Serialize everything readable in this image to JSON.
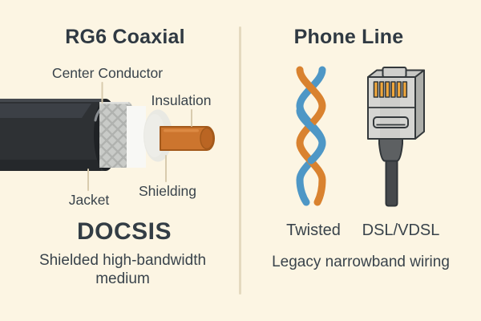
{
  "left_panel": {
    "title": "RG6 Coaxial",
    "labels": {
      "center_conductor": "Center Conductor",
      "insulation": "Insulation",
      "jacket": "Jacket",
      "shielding": "Shielding"
    },
    "standard": "DOCSIS",
    "description": "Shielded high-bandwidth medium",
    "illustration_icon": "coax-cable-cutaway"
  },
  "right_panel": {
    "title": "Phone Line",
    "wire_label": "Twisted",
    "connector_label": "DSL/VDSL",
    "description": "Legacy narrowband wiring",
    "wire_icon": "twisted-pair",
    "connector_icon": "rj11-plug"
  },
  "colors": {
    "background": "#FCF5E3",
    "divider": "#E4D9BF",
    "text": "#333D45",
    "leader_line": "#D8CBAE",
    "jacket_dark": "#2E3134",
    "braid_gray": "#C9CBC8",
    "insulation_white": "#F8F8F5",
    "conductor_orange": "#CC752E",
    "wire_orange": "#D9822F",
    "wire_blue": "#4E97C6",
    "connector_body": "#D6D6D3",
    "pin_gold": "#F0A73C"
  }
}
